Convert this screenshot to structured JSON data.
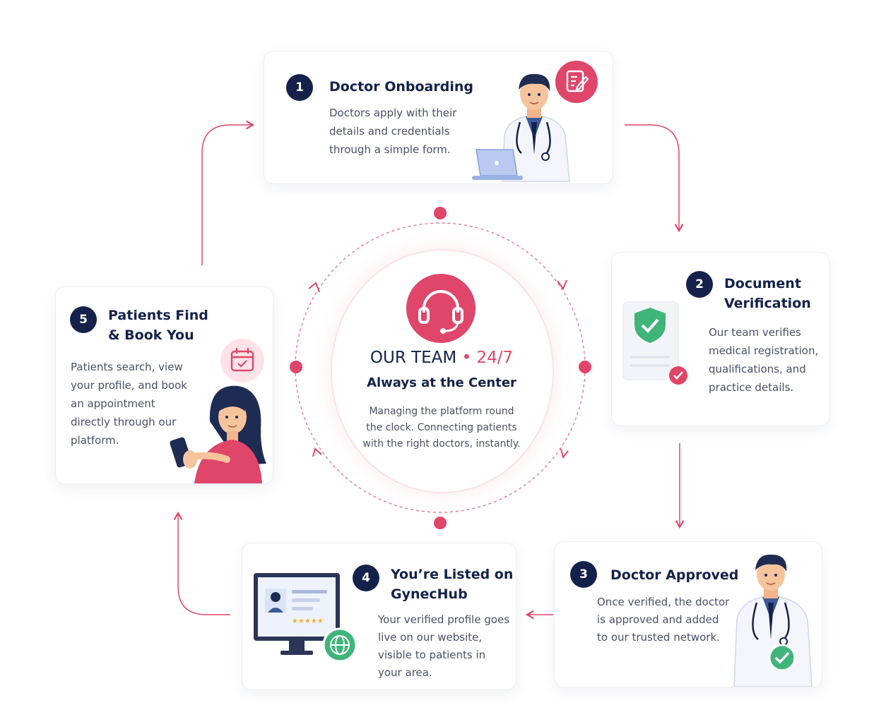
{
  "center": {
    "title_main": "OUR TEAM",
    "title_dot": " • ",
    "title_accent": "24/7",
    "subtitle": "Always at the Center",
    "description": [
      "Managing the platform round",
      "the clock. Connecting patients",
      "with the right doctors, instantly."
    ],
    "icon": "headset-icon"
  },
  "steps": [
    {
      "number": "1",
      "title": [
        "Doctor Onboarding"
      ],
      "description": [
        "Doctors apply with their",
        "details and credentials",
        "through a simple form."
      ],
      "icon": "edit-form-icon"
    },
    {
      "number": "2",
      "title": [
        "Document",
        "Verification"
      ],
      "description": [
        "Our team verifies",
        "medical registration,",
        "qualifications, and",
        "practice details."
      ],
      "icon": "shield-check-icon"
    },
    {
      "number": "3",
      "title": [
        "Doctor Approved"
      ],
      "description": [
        "Once verified, the doctor",
        "is approved and added",
        "to our trusted network."
      ],
      "icon": "check-circle-icon"
    },
    {
      "number": "4",
      "title": [
        "You’re Listed on",
        "GynecHub"
      ],
      "description": [
        "Your verified profile goes",
        "live on our website,",
        "visible to patients in",
        "your area."
      ],
      "icon": "globe-icon"
    },
    {
      "number": "5",
      "title": [
        "Patients Find",
        "& Book You"
      ],
      "description": [
        "Patients search, view",
        "your profile, and book",
        "an appointment",
        "directly through our",
        "platform."
      ],
      "icon": "calendar-icon"
    }
  ],
  "colors": {
    "accent": "#e0456a",
    "navy": "#14214a",
    "green": "#3fb57a"
  }
}
